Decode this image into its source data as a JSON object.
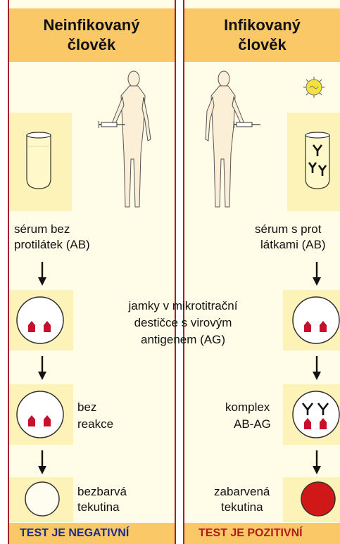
{
  "left": {
    "header_line1": "Neinfikovaný",
    "header_line2": "člověk",
    "serum_line1": "sérum bez",
    "serum_line2": "protilátek (AB)",
    "reaction_line1": "bez",
    "reaction_line2": "reakce",
    "liquid_line1": "bezbarvá",
    "liquid_line2": "tekutina",
    "result": "TEST JE NEGATIVNÍ"
  },
  "right": {
    "header_line1": "Infikovaný",
    "header_line2": "člověk",
    "serum_line1": "sérum s prot",
    "serum_line2": "látkami (AB)",
    "reaction_line1": "komplex",
    "reaction_line2": "AB-AG",
    "liquid_line1": "zabarvená",
    "liquid_line2": "tekutina",
    "result": "TEST JE POZITIVNÍ"
  },
  "center": {
    "wells_line1": "jamky v mikrotitrační",
    "wells_line2": "destičce s virovým",
    "wells_line3": "antigenem (AG)"
  },
  "colors": {
    "header_bg": "#fbc868",
    "column_bg": "#fffce8",
    "panel_bg": "#fdf3b8",
    "negative_text": "#1c2a86",
    "positive_text": "#b01c1c",
    "antigen_red": "#c8102e",
    "positive_liquid": "#d01818",
    "border_red": "#a3202e"
  },
  "icons": [
    "human-figure-icon",
    "syringe-icon",
    "virus-icon",
    "test-tube-icon",
    "antibody-icon",
    "antigen-icon",
    "well-icon",
    "down-arrow-icon"
  ]
}
